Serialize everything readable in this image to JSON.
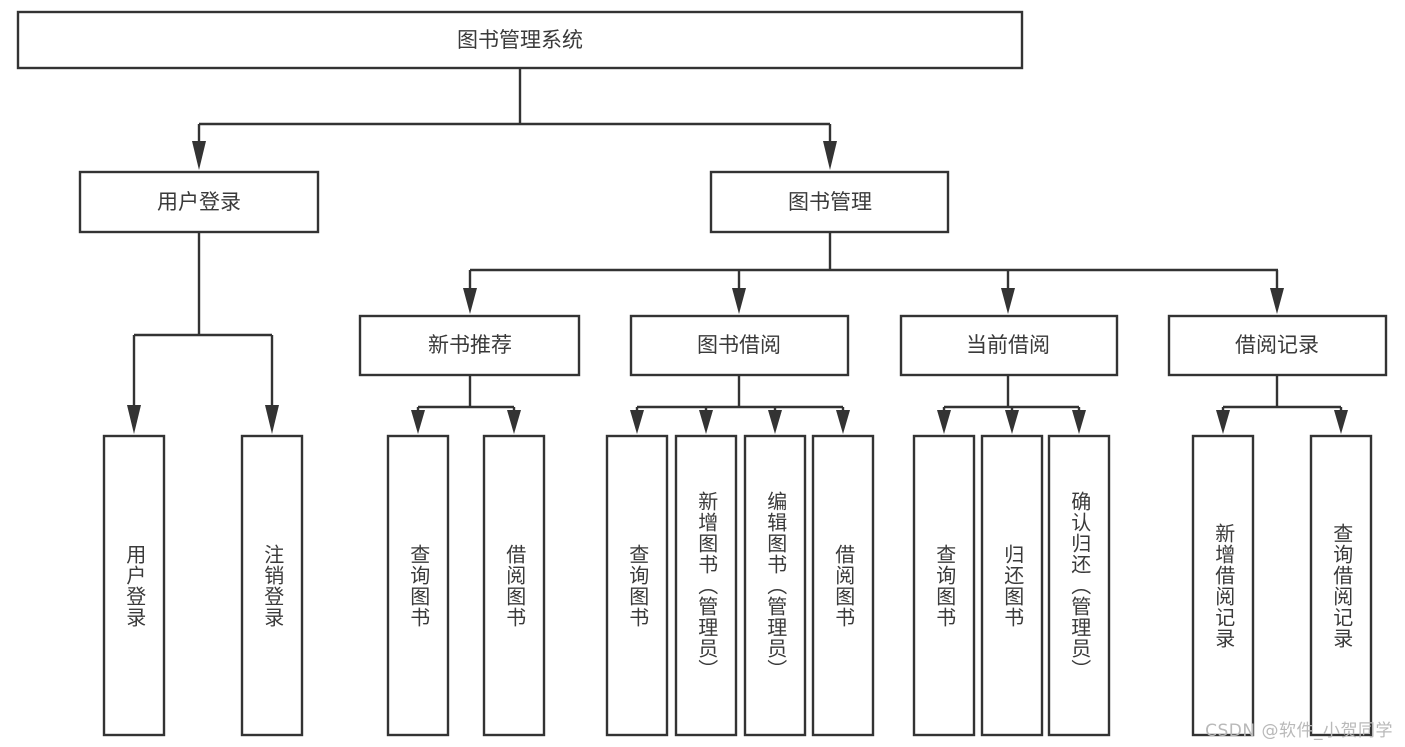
{
  "diagram": {
    "title": "图书管理系统",
    "type": "tree-hierarchy-diagram",
    "watermark": "CSDN @软件_小贺同学",
    "colors": {
      "stroke": "#333333",
      "box_fill": "#ffffff",
      "text": "#3a3a3a",
      "background": "#ffffff",
      "watermark": "#b9b9b9"
    },
    "root": {
      "label": "图书管理系统"
    },
    "level2": [
      {
        "label": "用户登录"
      },
      {
        "label": "图书管理"
      }
    ],
    "level3": [
      {
        "label": "新书推荐"
      },
      {
        "label": "图书借阅"
      },
      {
        "label": "当前借阅"
      },
      {
        "label": "借阅记录"
      }
    ],
    "leaves": {
      "user_login": [
        {
          "label": "用户登录"
        },
        {
          "label": "注销登录"
        }
      ],
      "new_book_recommend": [
        {
          "label": "查询图书"
        },
        {
          "label": "借阅图书"
        }
      ],
      "book_borrow": [
        {
          "label": "查询图书"
        },
        {
          "label": "新增图书（管理员）"
        },
        {
          "label": "编辑图书（管理员）"
        },
        {
          "label": "借阅图书"
        }
      ],
      "current_borrow": [
        {
          "label": "查询图书"
        },
        {
          "label": "归还图书"
        },
        {
          "label": "确认归还（管理员）"
        }
      ],
      "borrow_record": [
        {
          "label": "新增借阅记录"
        },
        {
          "label": "查询借阅记录"
        }
      ]
    }
  }
}
